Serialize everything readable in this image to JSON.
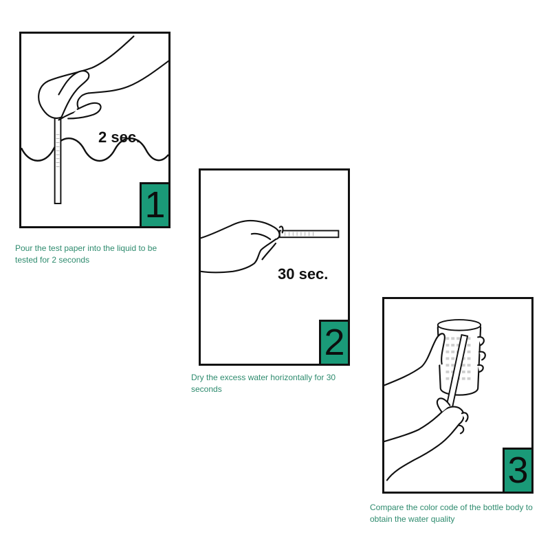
{
  "steps": [
    {
      "number": "1",
      "timer": "2 sec.",
      "caption": "Pour the test paper into the liquid to be tested for 2 seconds"
    },
    {
      "number": "2",
      "timer": "30 sec.",
      "caption": "Dry the excess water horizontally for 30 seconds"
    },
    {
      "number": "3",
      "timer": "",
      "caption": "Compare the color code of the bottle body to obtain the water quality"
    }
  ],
  "colors": {
    "accent": "#1a9a78",
    "caption_text": "#2e8b6e",
    "outline": "#111111"
  }
}
